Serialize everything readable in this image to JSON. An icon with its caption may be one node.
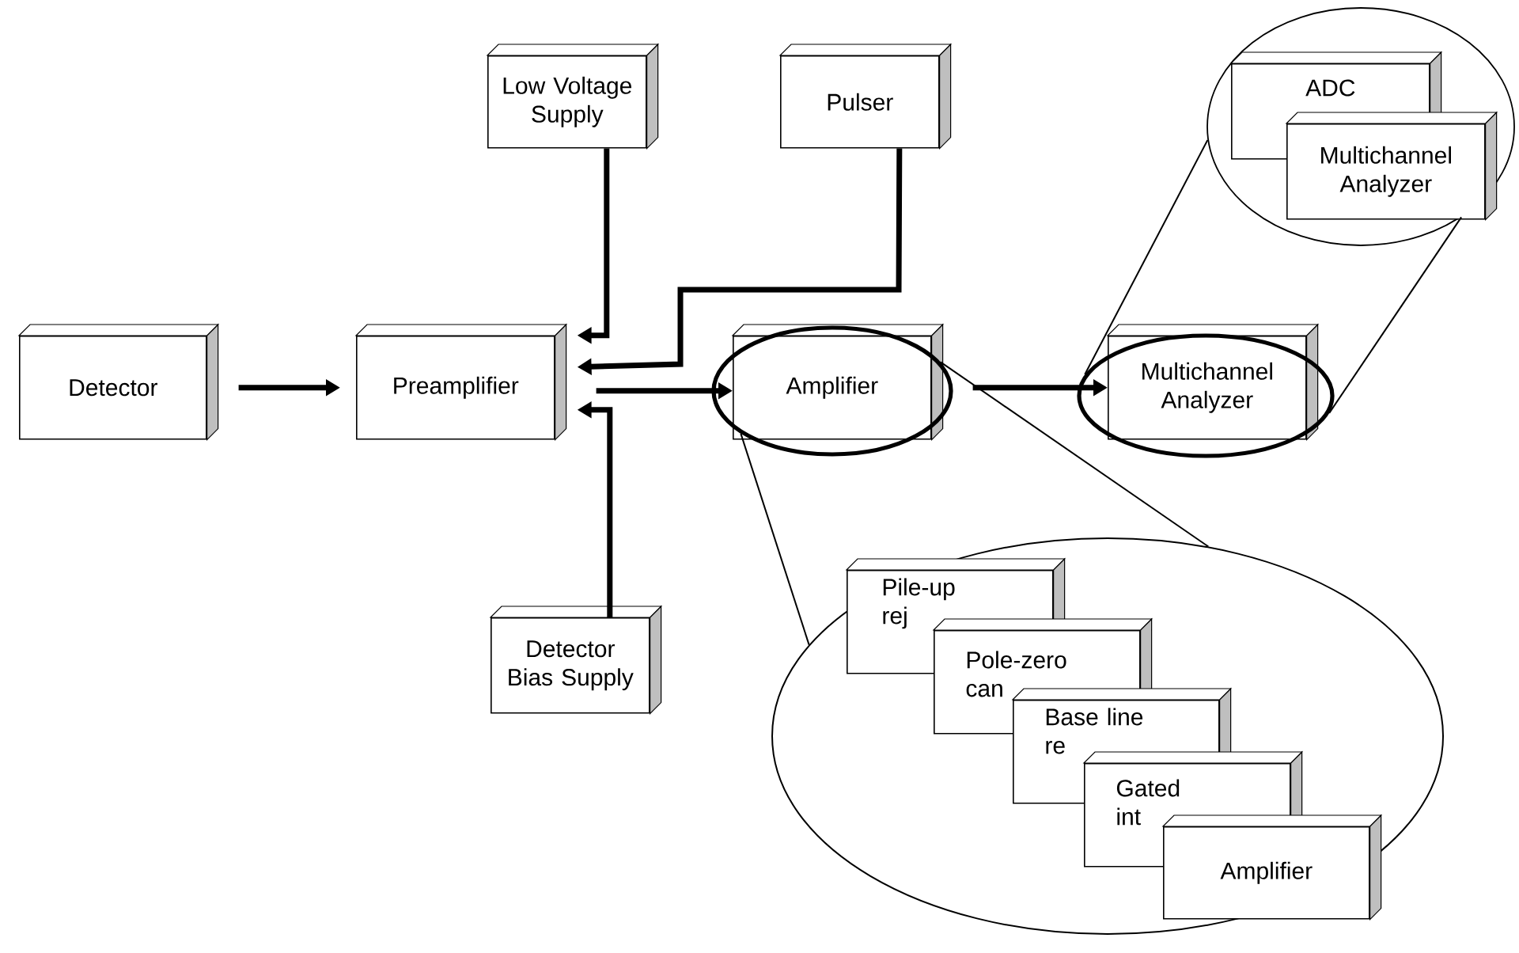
{
  "diagram": {
    "nodes": [
      {
        "text": [
          "Low Voltage Supply"
        ]
      },
      {
        "text": [
          "Pulser"
        ]
      },
      {
        "text": [],
        "shape": "circle"
      },
      {
        "text": [
          "ADC"
        ],
        "in": 2
      },
      {
        "text": [
          "Multichannel Analyzer"
        ],
        "in": 2
      },
      {
        "text": [
          "Detector"
        ]
      },
      {
        "text": [
          "Preamplifier"
        ]
      },
      {
        "text": [
          "Amplifier"
        ],
        "in": 8
      },
      {
        "text": [],
        "shape": "circle"
      },
      {
        "text": [
          "Multichannel Analyzer"
        ],
        "in": 10
      },
      {
        "text": [],
        "shape": "circle"
      },
      {
        "text": [
          "Detector Bias Supply"
        ]
      },
      {
        "text": [],
        "shape": "circle"
      },
      {
        "text": [
          "Pile-up rej"
        ],
        "in": 12
      },
      {
        "text": [
          "Pole-zero can"
        ],
        "in": 12
      },
      {
        "text": [
          "Base line re"
        ],
        "in": 12
      },
      {
        "text": [
          "Gated int"
        ],
        "in": 12
      },
      {
        "text": [
          "Amplifier"
        ],
        "in": 12
      }
    ],
    "edges": [
      {
        "from": 5,
        "to": 6,
        "arrow": "to"
      },
      {
        "from": 0,
        "to": 6,
        "arrow": "to"
      },
      {
        "from": 1,
        "to": 6,
        "arrow": "to"
      },
      {
        "from": 11,
        "to": 6,
        "arrow": "to"
      },
      {
        "from": 6,
        "to": 7,
        "arrow": "to"
      },
      {
        "from": 7,
        "to": 9,
        "arrow": "to"
      },
      {
        "from": 8,
        "to": 12,
        "arrow": "none"
      },
      {
        "from": 8,
        "to": 12,
        "arrow": "none"
      },
      {
        "from": 10,
        "to": 2,
        "arrow": "none"
      },
      {
        "from": 10,
        "to": 2,
        "arrow": "none"
      }
    ]
  }
}
